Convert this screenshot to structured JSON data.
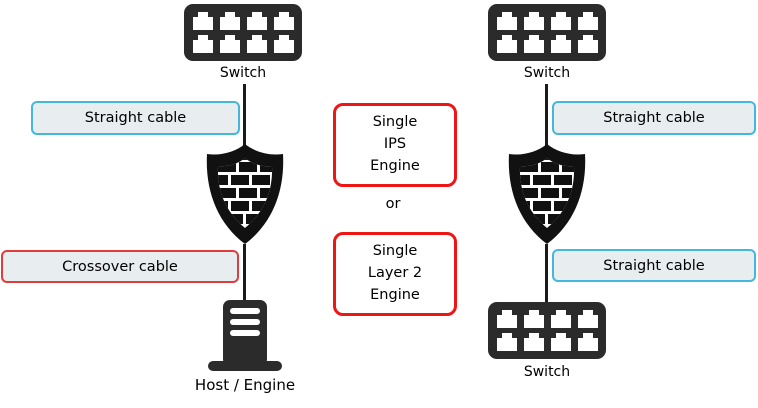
{
  "colors": {
    "icon_dark": "#232323",
    "cable_box_fill": "#e8edf0",
    "straight_border": "#44b8dc",
    "crossover_border": "#e23b3b",
    "engine_border": "#ee1515",
    "line": "#1a1a1a"
  },
  "left_branch": {
    "switch_label": "Switch",
    "straight_cable_label": "Straight cable",
    "crossover_cable_label": "Crossover cable",
    "host_label": "Host / Engine"
  },
  "center": {
    "ips_engine_label": "Single\nIPS\nEngine",
    "or_label": "or",
    "layer2_engine_label": "Single\nLayer 2\nEngine"
  },
  "right_branch": {
    "switch_top_label": "Switch",
    "straight_cable_top_label": "Straight cable",
    "straight_cable_bottom_label": "Straight cable",
    "switch_bottom_label": "Switch"
  }
}
